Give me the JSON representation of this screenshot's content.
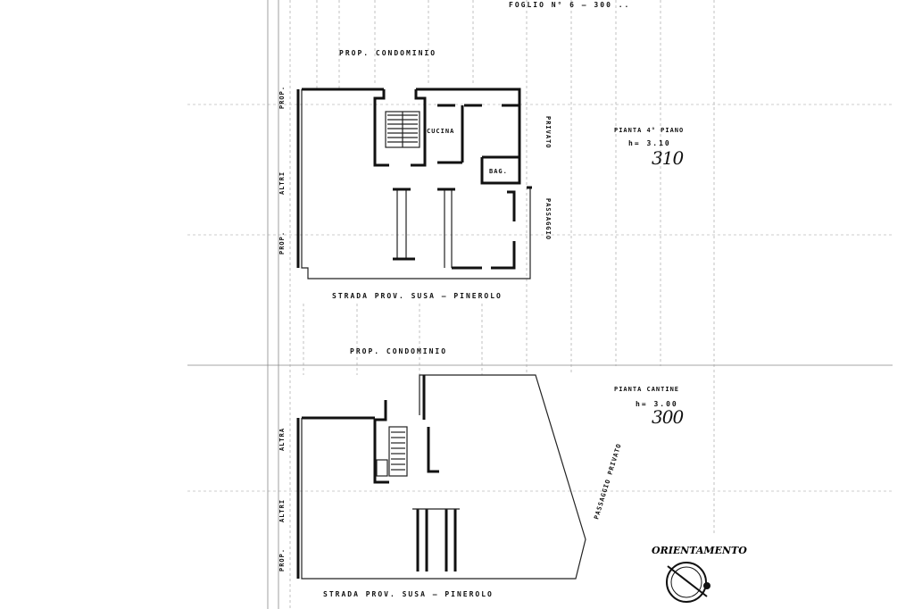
{
  "header_text": "FOGLIO  N° 6  —  300  ..",
  "upper_plan": {
    "top_neighbor": "PROP.   CONDOMINIO",
    "room_label_1": "CUCINA",
    "room_label_2": "BAG.",
    "right_side_1": "PRIVATO",
    "right_side_2": "PASSAGGIO",
    "left_side_1": "PROP.",
    "left_side_2": "ALTRI",
    "left_side_3": "PROP.",
    "street": "STRADA   PROV.  SUSA – PINEROLO",
    "title": "PIANTA  4° PIANO",
    "height_printed": "h= 3.10",
    "height_handwritten": "310"
  },
  "lower_plan": {
    "top_neighbor": "PROP.   CONDOMINIO",
    "title": "PIANTA  CANTINE",
    "height_printed": "h= 3.00",
    "height_handwritten": "300",
    "side_label": "PASSAGGIO   PRIVATO",
    "left_side_1": "ALTRA",
    "left_side_2": "ALTRI",
    "left_side_3": "PROP.",
    "street": "STRADA   PROV.  SUSA – PINEROLO"
  },
  "orientation": {
    "label": "ORIENTAMENTO",
    "icon": "compass-icon"
  }
}
